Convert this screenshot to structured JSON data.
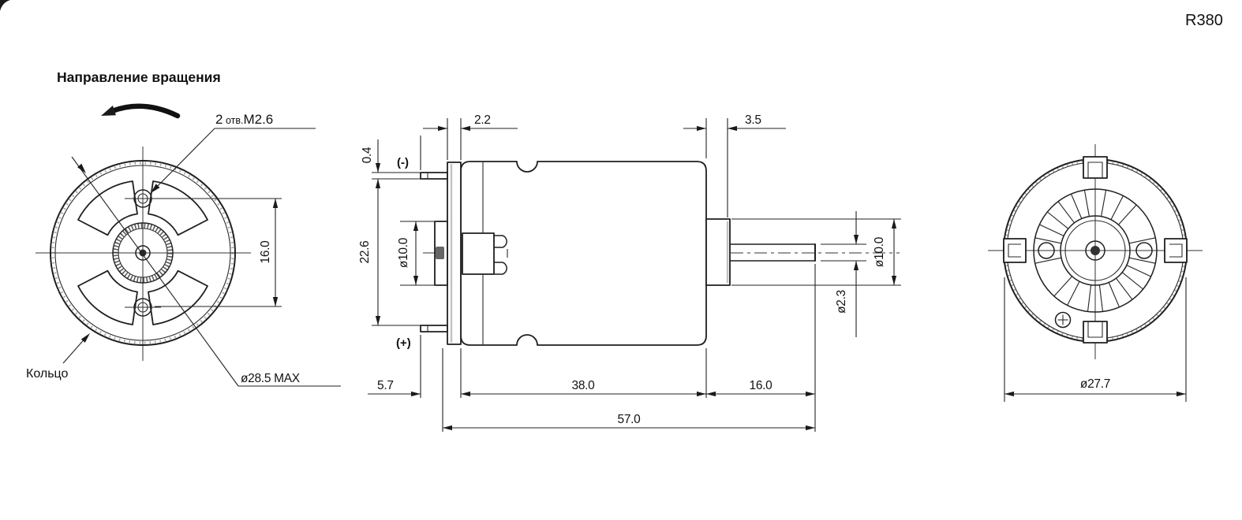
{
  "title": "R380",
  "front_view": {
    "rotation_label": "Направление вращения",
    "holes_count": "2",
    "holes_word": " отв.",
    "holes_thread": "М2.6",
    "hole_spacing": "16.0",
    "ring_label": "Кольцо",
    "max_diameter": "ø28.5 MAX"
  },
  "side_view": {
    "terminal_thickness": "0.4",
    "cap_width": "2.2",
    "boss_width": "3.5",
    "negative_terminal": "(-)",
    "positive_terminal": "(+)",
    "body_height": "22.6",
    "rear_boss_diameter": "ø10.0",
    "front_boss_diameter": "ø10.0",
    "shaft_diameter": "ø2.3",
    "terminal_offset": "5.7",
    "body_length": "38.0",
    "shaft_length": "16.0",
    "overall_length": "57.0"
  },
  "rear_view": {
    "diameter": "ø27.7"
  },
  "colors": {
    "line": "#1f1f1f",
    "background": "#ffffff"
  }
}
